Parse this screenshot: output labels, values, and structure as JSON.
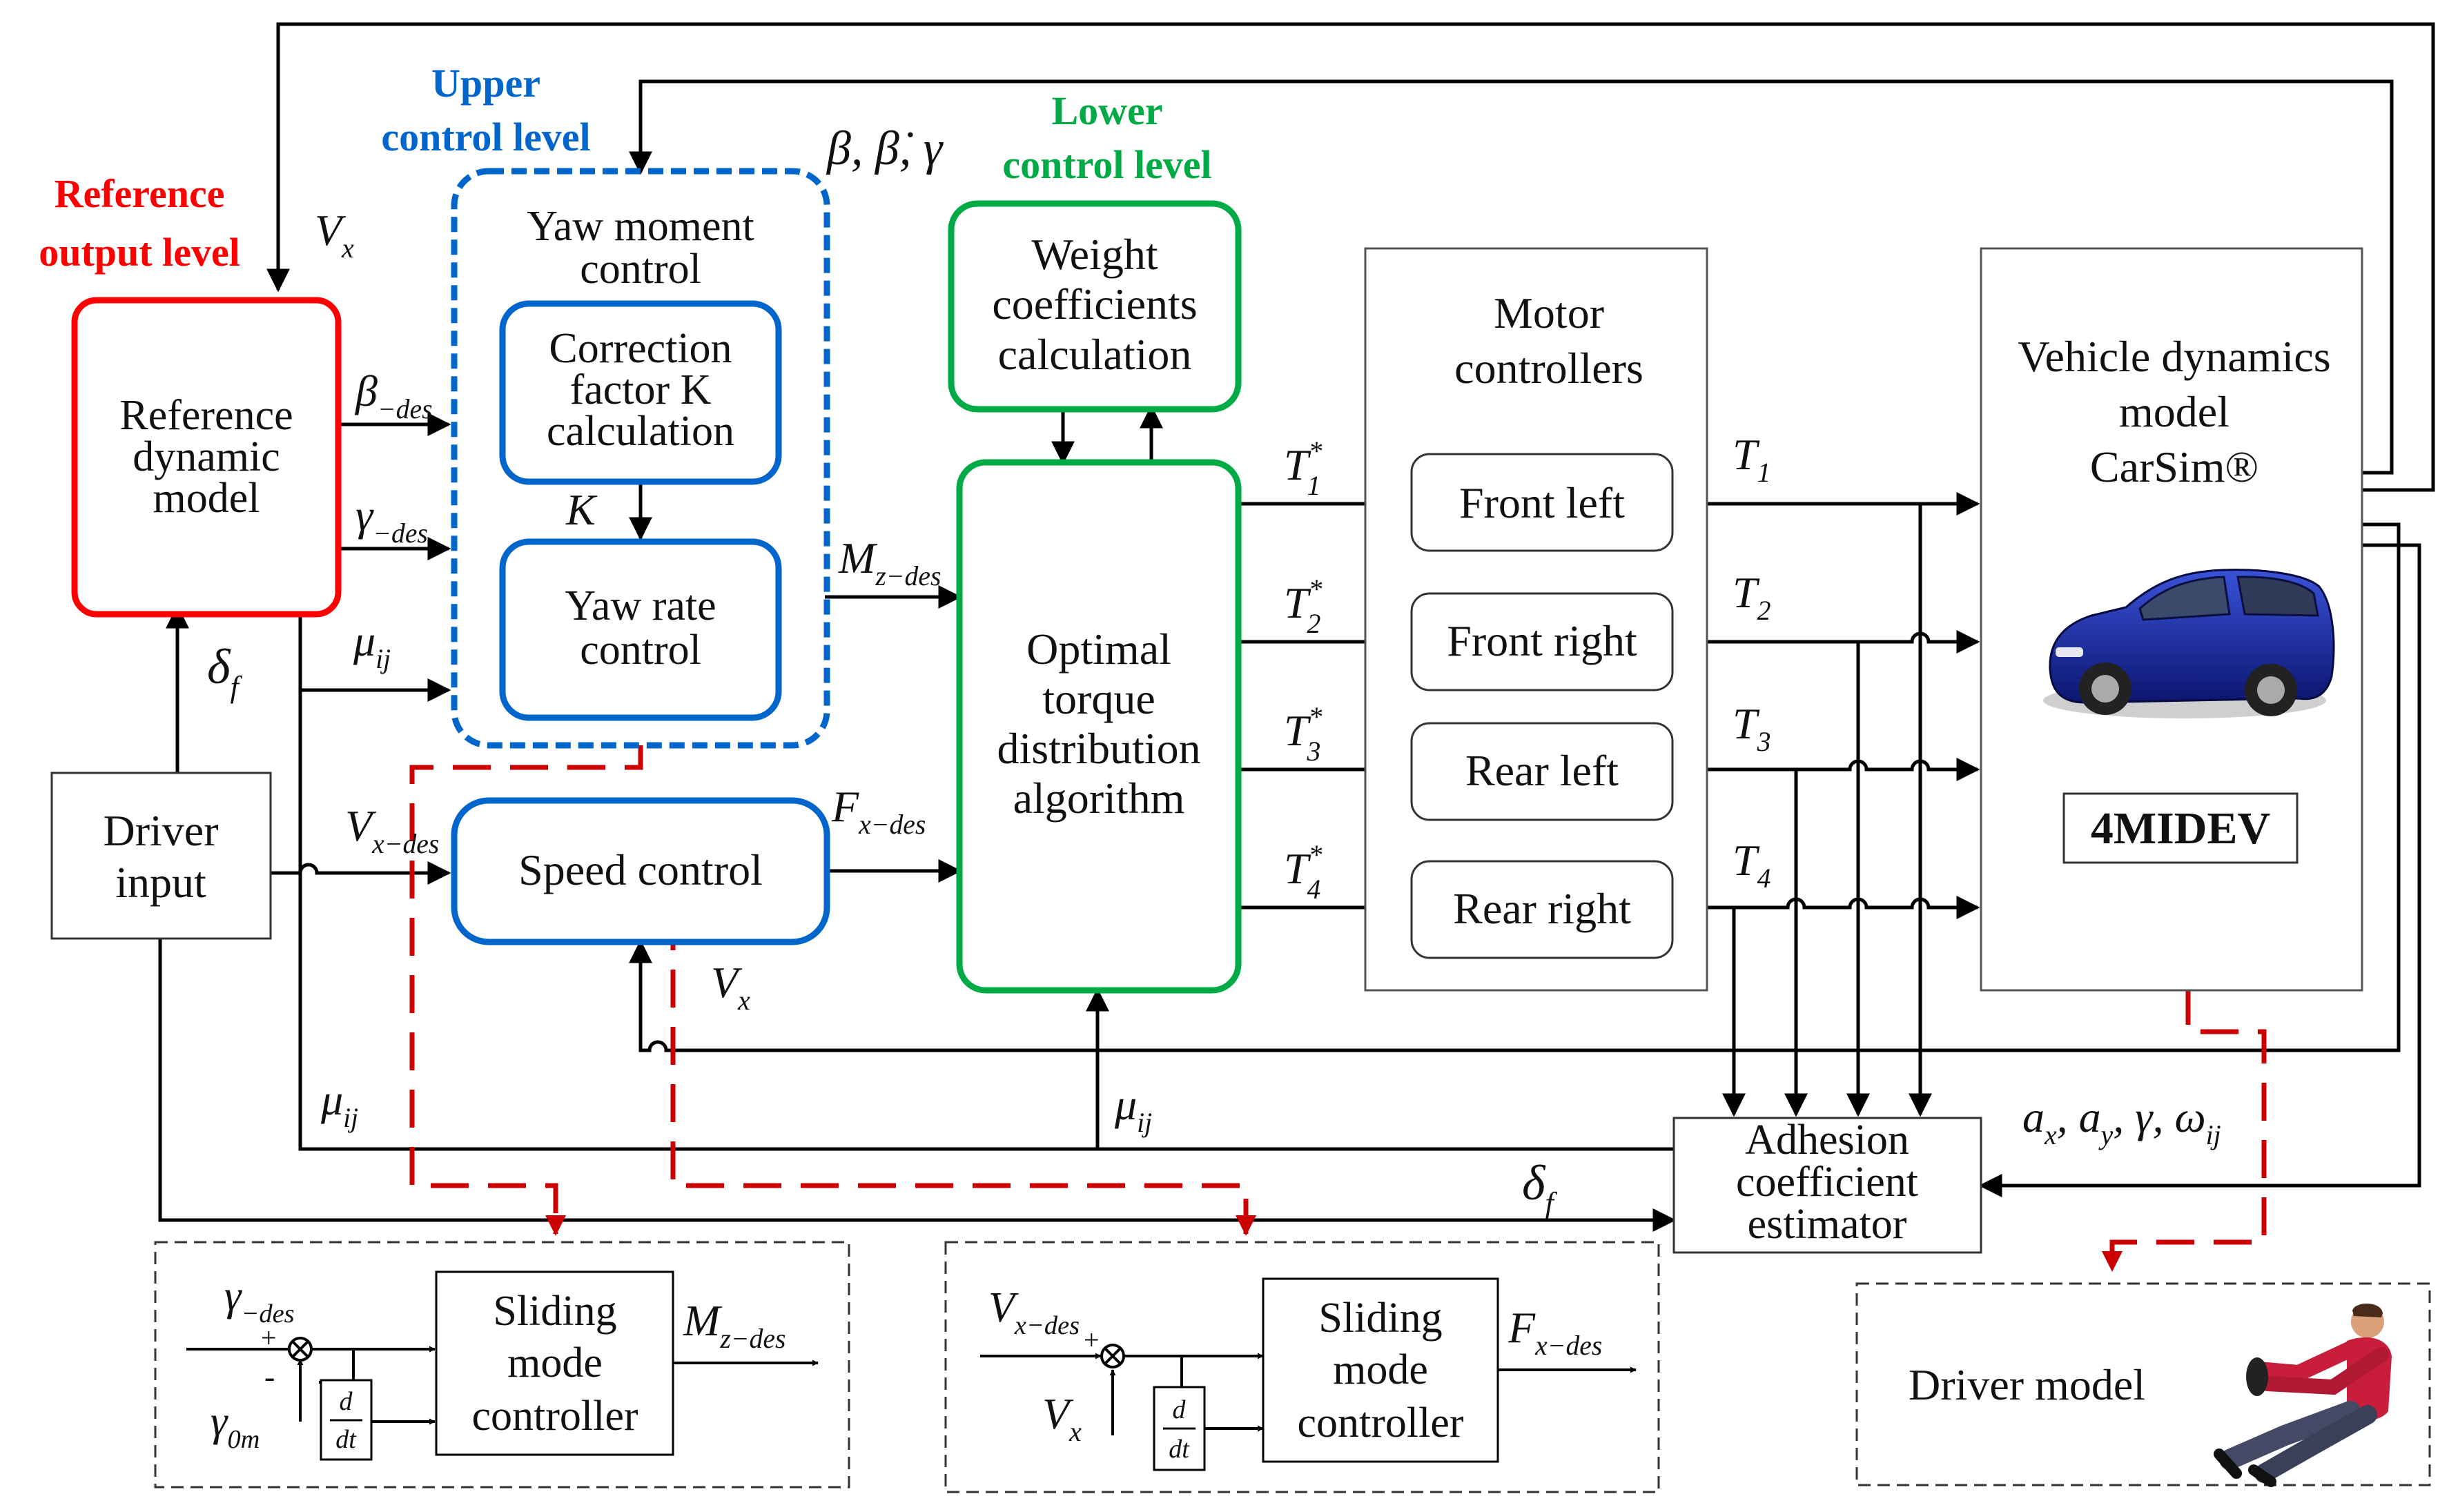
{
  "levels": {
    "reference": [
      "Reference",
      "output level"
    ],
    "upper": [
      "Upper",
      "control level"
    ],
    "lower": [
      "Lower",
      "control level"
    ]
  },
  "blocks": {
    "reference_model": [
      "Reference",
      "dynamic",
      "model"
    ],
    "yaw_moment": [
      "Yaw moment",
      "control"
    ],
    "correction": [
      "Correction",
      "factor K",
      "calculation"
    ],
    "yaw_rate": [
      "Yaw rate",
      "control"
    ],
    "speed_control": "Speed control",
    "weight": [
      "Weight",
      "coefficients",
      "calculation"
    ],
    "optimal": [
      "Optimal",
      "torque",
      "distribution",
      "algorithm"
    ],
    "motor_ctrl": [
      "Motor",
      "controllers"
    ],
    "front_left": "Front left",
    "front_right": "Front right",
    "rear_left": "Rear left",
    "rear_right": "Rear right",
    "vehicle": [
      "Vehicle dynamics",
      "model",
      "CarSim®"
    ],
    "vehicle_badge": "4MIDEV",
    "driver_input": [
      "Driver",
      "input"
    ],
    "adhesion": [
      "Adhesion",
      "coefficient",
      "estimator"
    ],
    "smc": [
      "Sliding",
      "mode",
      "controller"
    ],
    "driver_model": "Driver model"
  },
  "math": {
    "beta_set": "β, β̇, γ",
    "Vx": {
      "base": "V",
      "sub": "x"
    },
    "beta_des": {
      "base": "β",
      "sub": "−des"
    },
    "gamma_des": {
      "base": "γ",
      "sub": "−des"
    },
    "mu_ij": {
      "base": "μ",
      "sub": "ij"
    },
    "delta_f": {
      "base": "δ",
      "sub": "f"
    },
    "K": "K",
    "Mz_des": {
      "base": "M",
      "sub": "z−des"
    },
    "Fx_des": {
      "base": "F",
      "sub": "x−des"
    },
    "Vx_des": {
      "base": "V",
      "sub": "x−des"
    },
    "gamma_0m": {
      "base": "γ",
      "sub": "0m"
    },
    "torque_star": [
      {
        "base": "T",
        "sub": "1",
        "sup": "*"
      },
      {
        "base": "T",
        "sub": "2",
        "sup": "*"
      },
      {
        "base": "T",
        "sub": "3",
        "sup": "*"
      },
      {
        "base": "T",
        "sub": "4",
        "sup": "*"
      }
    ],
    "torque": [
      {
        "base": "T",
        "sub": "1"
      },
      {
        "base": "T",
        "sub": "2"
      },
      {
        "base": "T",
        "sub": "3"
      },
      {
        "base": "T",
        "sub": "4"
      }
    ],
    "accels": "a",
    "d_num": "d",
    "d_den": "dt",
    "plus": "+",
    "minus": "-"
  },
  "colors": {
    "reference": "#ff0000",
    "upper": "#0066cc",
    "lower": "#00aa44",
    "red_dash": "#cc0000",
    "line": "#000000",
    "car": "#1a2ea8"
  },
  "icons": [
    "car-icon",
    "driver-figure-icon"
  ]
}
